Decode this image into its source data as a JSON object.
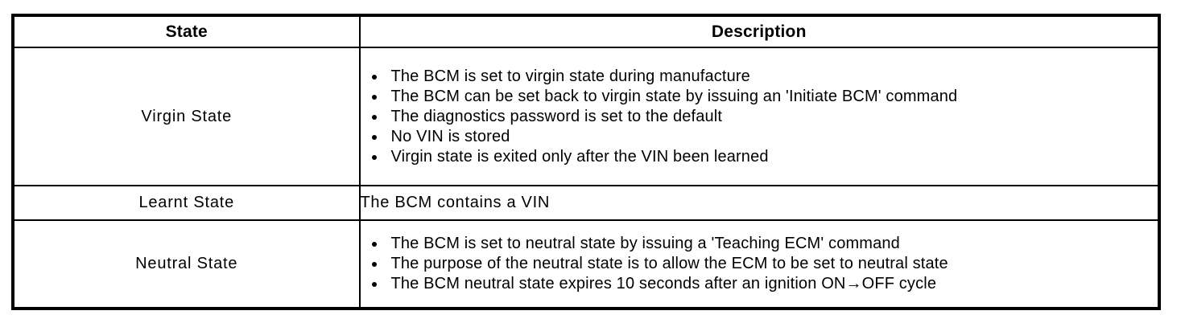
{
  "table": {
    "columns": [
      {
        "key": "state",
        "header": "State"
      },
      {
        "key": "description",
        "header": "Description"
      }
    ],
    "rows": [
      {
        "state": "Virgin State",
        "description_type": "bullets",
        "bullets": [
          "The BCM is set to virgin state during manufacture",
          "The BCM can be set back to virgin state by issuing an 'Initiate BCM' command",
          "The diagnostics password is set to the default",
          "No VIN is stored",
          "Virgin state is exited only after the VIN been learned"
        ]
      },
      {
        "state": "Learnt State",
        "description_type": "text",
        "text": "The BCM contains a VIN"
      },
      {
        "state": "Neutral State",
        "description_type": "bullets",
        "bullets": [
          "The BCM is set to neutral state by issuing a 'Teaching ECM' command",
          "The purpose of the neutral state is to allow the ECM to be set to neutral state",
          "The BCM neutral state expires 10 seconds after an ignition ON→OFF cycle"
        ]
      }
    ]
  },
  "colors": {
    "background": "#ffffff",
    "text": "#000000",
    "border": "#000000"
  }
}
